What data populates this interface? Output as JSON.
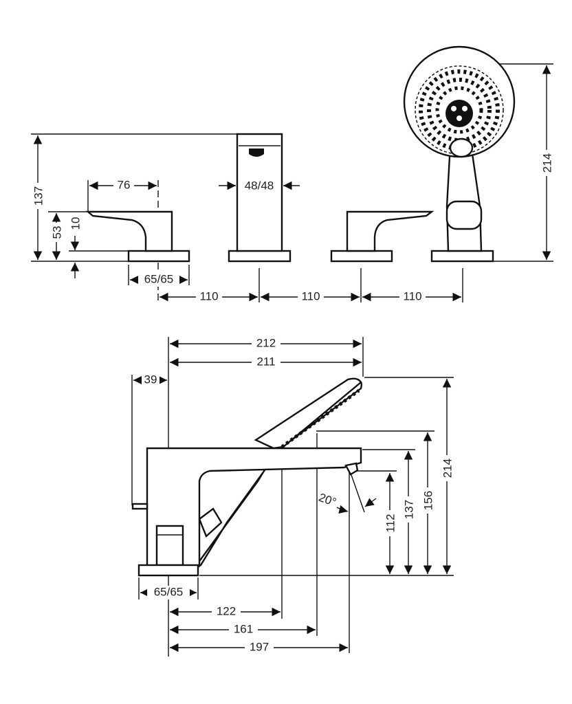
{
  "front_view": {
    "height_total": "137",
    "handle_height": "53",
    "base_height": "10",
    "handle_reach": "76",
    "spout_width": "48/48",
    "base_size": "65/65",
    "shower_height": "214",
    "spacing": [
      "110",
      "110",
      "110"
    ]
  },
  "side_view": {
    "overall_length_shower": "212",
    "overall_length_spout": "211",
    "handle_offset": "39",
    "base_size": "65/65",
    "shower_face_reach": "122",
    "shower_mid_reach": "161",
    "spout_outlet_reach": "197",
    "outlet_height": "112",
    "spout_height": "137",
    "shower_low_height": "156",
    "shower_height": "214",
    "spray_angle": "20°"
  }
}
